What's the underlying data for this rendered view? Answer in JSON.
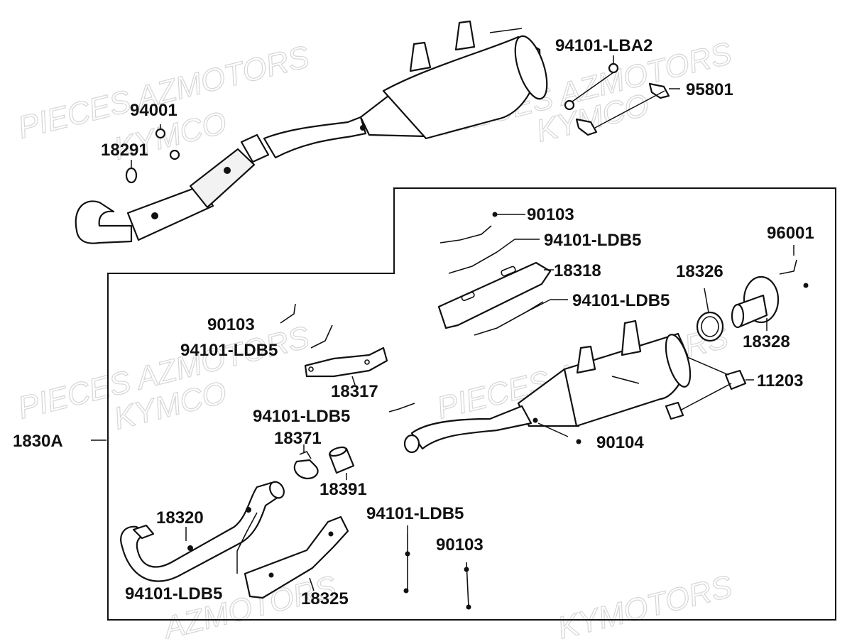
{
  "colors": {
    "line": "#111111",
    "watermark": "#d6d6d6",
    "background": "#ffffff"
  },
  "watermarks": [
    "PIECES AZMOTORS",
    "KYMCO",
    "PIECES AZMOTORS",
    "KYMCO",
    "PIECES AZMOTORS",
    "KYMCO",
    "PIECES AZMOTORS",
    "KYMCO",
    "AZMOTORS",
    "KYMOTORS"
  ],
  "labels": {
    "p94101_lba2": "94101-LBA2",
    "p95801": "95801",
    "p94001": "94001",
    "p18291": "18291",
    "p90103_top": "90103",
    "p94101_ldb5_a": "94101-LDB5",
    "p18318": "18318",
    "p96001": "96001",
    "p18326": "18326",
    "p94101_ldb5_b": "94101-LDB5",
    "p18328": "18328",
    "p90103_left": "90103",
    "p94101_ldb5_c": "94101-LDB5",
    "p11203": "11203",
    "p18317": "18317",
    "p94101_ldb5_d": "94101-LDB5",
    "p18371": "18371",
    "p1830a": "1830A",
    "p90104": "90104",
    "p18391": "18391",
    "p94101_ldb5_e": "94101-LDB5",
    "p18320": "18320",
    "p90103_bottom": "90103",
    "p94101_ldb5_f": "94101-LDB5",
    "p18325": "18325"
  }
}
